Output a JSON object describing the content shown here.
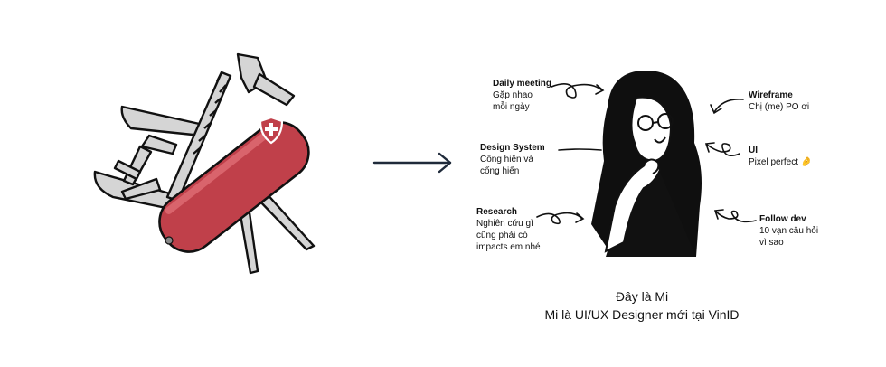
{
  "annotations": [
    {
      "key": "daily",
      "title": "Daily meeting",
      "desc": "Gặp nhao\nmỗi ngày"
    },
    {
      "key": "design",
      "title": "Design System",
      "desc": "Cống hiến và\ncống hiến"
    },
    {
      "key": "research",
      "title": "Research",
      "desc": "Nghiên cứu gì\ncũng phải có\nimpacts em nhé"
    },
    {
      "key": "wireframe",
      "title": "Wireframe",
      "desc": "Chị (mẹ) PO ơi"
    },
    {
      "key": "ui",
      "title": "UI",
      "desc": "Pixel perfect 🤌"
    },
    {
      "key": "follow",
      "title": "Follow dev",
      "desc": "10 vạn câu hỏi\nvì sao"
    }
  ],
  "caption": {
    "line1": "Đây là Mi",
    "line2": "Mi là UI/UX Designer mới tại VinID"
  },
  "colors": {
    "knife_red": "#c0404a",
    "blade_gray": "#d5d5d5",
    "ink": "#111111",
    "arrow": "#1f2a3a"
  },
  "icons": [
    "swiss-knife-illustration",
    "arrow-right-icon",
    "woman-illustration",
    "curly-arrow-icon"
  ]
}
